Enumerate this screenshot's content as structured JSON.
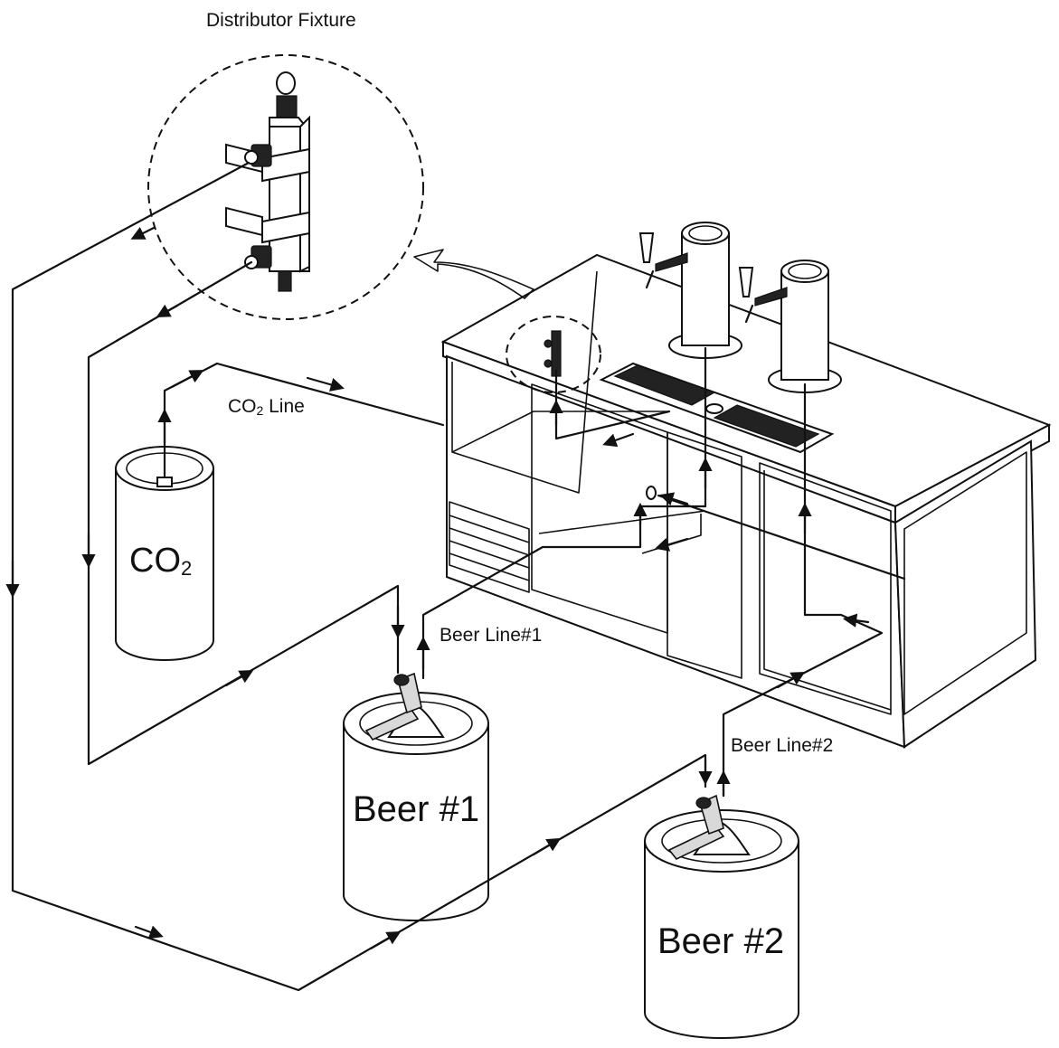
{
  "labels": {
    "distributor_fixture": "Distributor Fixture",
    "co2_line_main": "CO",
    "co2_line_sub": "2",
    "co2_line_tail": " Line",
    "co2_tank_main": "CO",
    "co2_tank_sub": "2",
    "beer_line_1": "Beer Line#1",
    "beer_line_2": "Beer Line#2",
    "keg_1": "Beer #1",
    "keg_2": "Beer #2"
  }
}
